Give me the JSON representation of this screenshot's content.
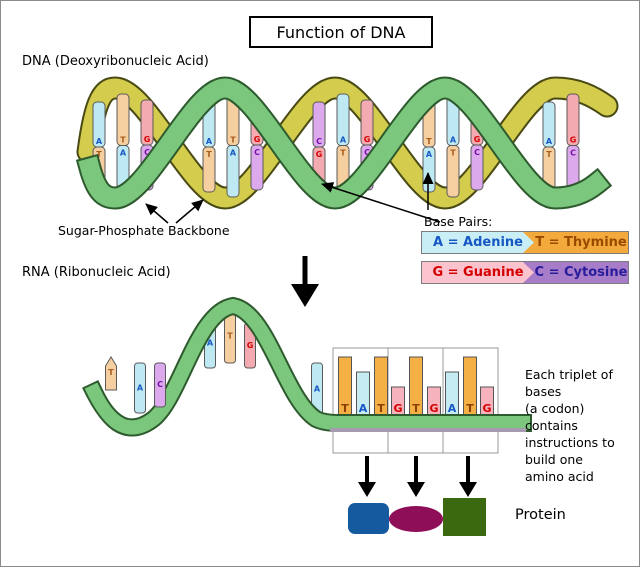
{
  "title": "Function of DNA",
  "labels": {
    "dna": "DNA (Deoxyribonucleic Acid)",
    "rna": "RNA (Ribonucleic Acid)",
    "backbone": "Sugar-Phosphate Backbone",
    "base_pairs": "Base Pairs:",
    "protein": "Protein"
  },
  "codon_note": {
    "lines": [
      "Each triplet of",
      "bases",
      "(a codon)",
      "contains",
      "instructions to",
      "build one",
      "amino acid"
    ]
  },
  "legend": {
    "rows": [
      {
        "left_text": "A = Adenine",
        "left_bg": "#C9EEF6",
        "left_color": "#1658C4",
        "right_text": "T = Thymine",
        "right_bg": "#F3A93C",
        "right_color": "#9C4A00"
      },
      {
        "left_text": "G = Guanine",
        "left_bg": "#FBC3CD",
        "left_color": "#D40000",
        "right_text": "C = Cytosine",
        "right_bg": "#A77CC8",
        "right_color": "#2A1D9B"
      }
    ]
  },
  "base_styles": {
    "A": {
      "fill": "#BFE9F2",
      "letter": "#1658C4"
    },
    "T": {
      "fill": "#F5CFA0",
      "letter": "#A85B1A"
    },
    "G": {
      "fill": "#F3AAB0",
      "letter": "#D40000"
    },
    "C": {
      "fill": "#DCA9EC",
      "letter": "#7A0FA8"
    }
  },
  "codon_base_styles": {
    "A": {
      "fill": "#C7EBF3",
      "letter": "#1658C4"
    },
    "T": {
      "fill": "#F4AF45",
      "letter": "#8B4000"
    },
    "G": {
      "fill": "#F6B3BE",
      "letter": "#D40000"
    }
  },
  "dna_strand_pairs": [
    [
      "A/T",
      "T/A",
      "G/C"
    ],
    [
      "A/T",
      "T/A",
      "G/C"
    ],
    [
      "C/G",
      "A/T",
      "G/C"
    ],
    [
      "T/A",
      "A/T",
      "G/C"
    ],
    [
      "A/T",
      "G/C"
    ]
  ],
  "rna_bases": [
    "T",
    "A",
    "C",
    "A",
    "T",
    "G",
    "A"
  ],
  "codons": [
    [
      "T",
      "A",
      "T"
    ],
    [
      "G",
      "T",
      "G"
    ],
    [
      "A",
      "T",
      "G"
    ]
  ],
  "colors": {
    "dna_ribbon_yellow": "#D3CC4D",
    "dna_ribbon_green": "#7CC77E",
    "rna_ribbon_green": "#7CC77E",
    "protein_blue": "#15599E",
    "protein_maroon": "#8E0E57",
    "protein_green": "#3A690F",
    "arrow_black": "#000000"
  }
}
